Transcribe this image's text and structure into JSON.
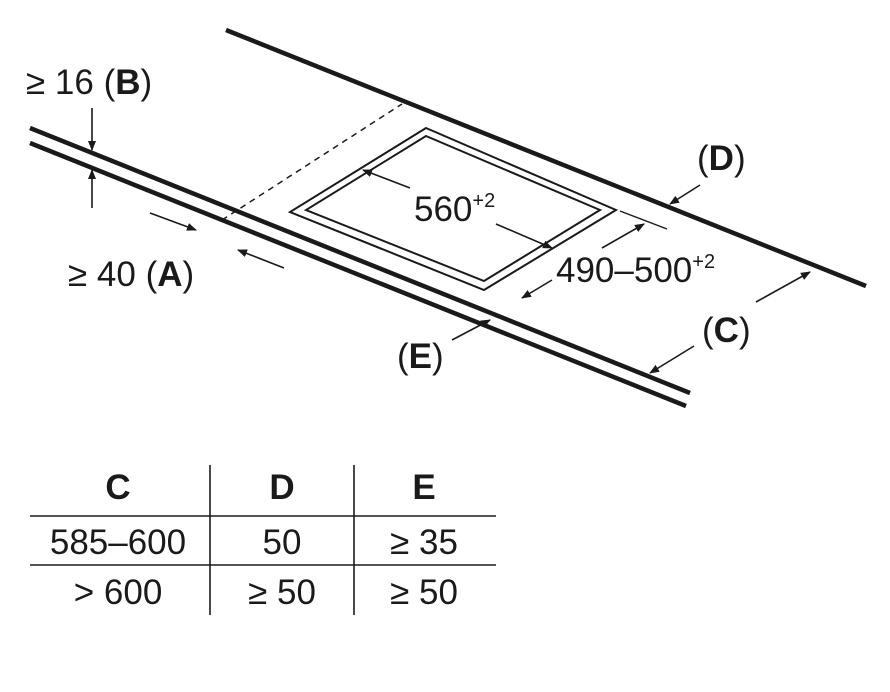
{
  "labels": {
    "b_prefix": "≥ 16 (",
    "b_letter": "B",
    "b_suffix": ")",
    "a_prefix": "≥ 40 (",
    "a_letter": "A",
    "a_suffix": ")",
    "d_open": "(",
    "d_letter": "D",
    "d_close": ")",
    "c_open": "(",
    "c_letter": "C",
    "c_close": ")",
    "e_open": "(",
    "e_letter": "E",
    "e_close": ")",
    "width_value": "560",
    "width_tolerance": "+2",
    "depth_value": "490–500",
    "depth_tolerance": "+2"
  },
  "table": {
    "headers": [
      "C",
      "D",
      "E"
    ],
    "rows": [
      [
        "585–600",
        "50",
        "≥ 35"
      ],
      [
        "> 600",
        "≥ 50",
        "≥ 50"
      ]
    ]
  }
}
